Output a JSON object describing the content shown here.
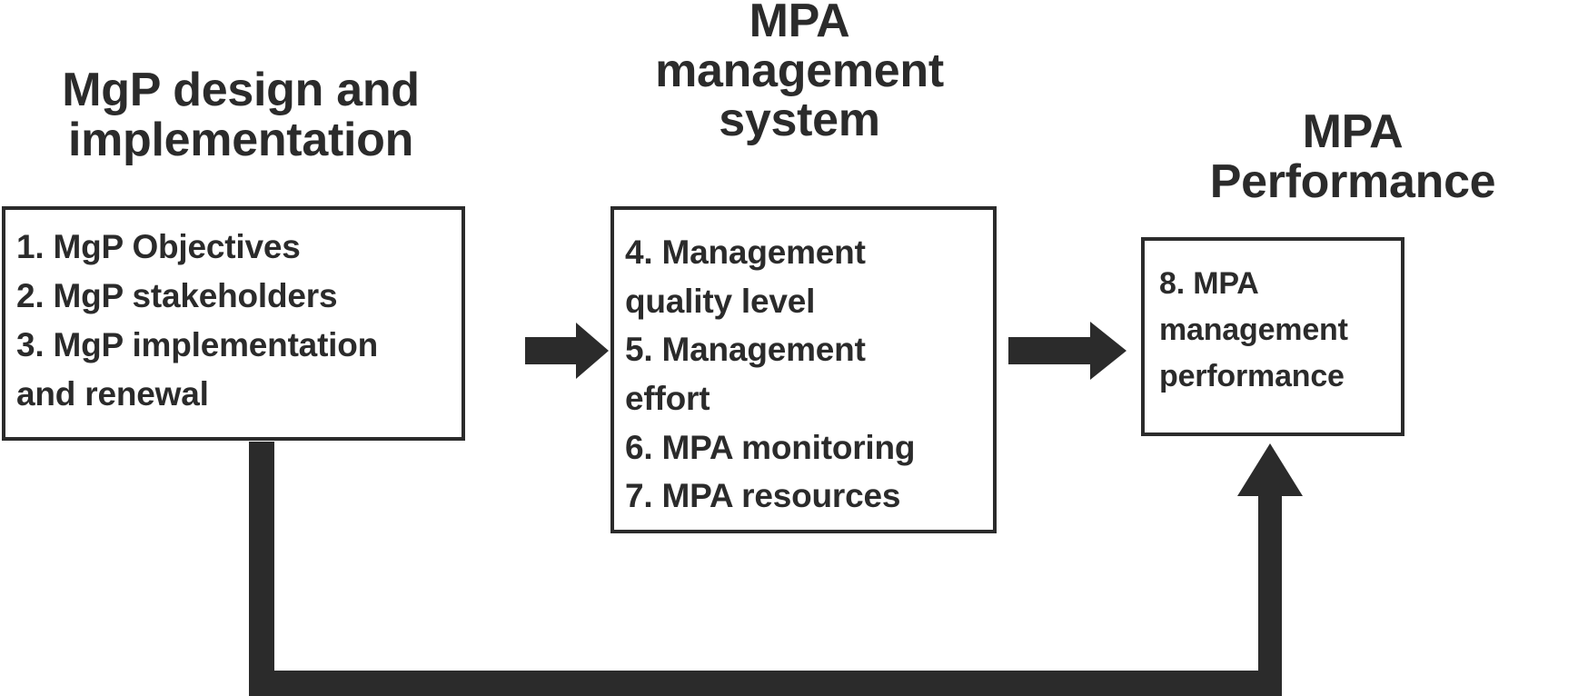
{
  "diagram": {
    "title": "MPA management framework flow",
    "background_color": "#ffffff",
    "ink_color": "#2b2b2b",
    "columns": [
      {
        "id": "design",
        "heading": "MgP design and\nimplementation",
        "items": [
          "1. MgP Objectives",
          "2. MgP stakeholders",
          "3. MgP implementation",
          "and renewal"
        ]
      },
      {
        "id": "management-system",
        "heading": "MPA\nmanagement\nsystem",
        "items": [
          " 4. Management",
          "quality level",
          " 5. Management",
          "effort",
          "6. MPA monitoring",
          "7. MPA resources"
        ]
      },
      {
        "id": "performance",
        "heading": "MPA\nPerformance",
        "items": [
          "8. MPA",
          "management",
          "performance"
        ]
      }
    ],
    "connectors": [
      {
        "id": "design-to-system",
        "label": "",
        "from": "design",
        "to": "management-system",
        "direction": "right"
      },
      {
        "id": "system-to-performance",
        "label": "",
        "from": "management-system",
        "to": "performance",
        "direction": "right"
      },
      {
        "id": "performance-feedback-to-design",
        "label": "",
        "from": "performance",
        "to": "design",
        "direction": "feedback-loop-up"
      }
    ]
  }
}
